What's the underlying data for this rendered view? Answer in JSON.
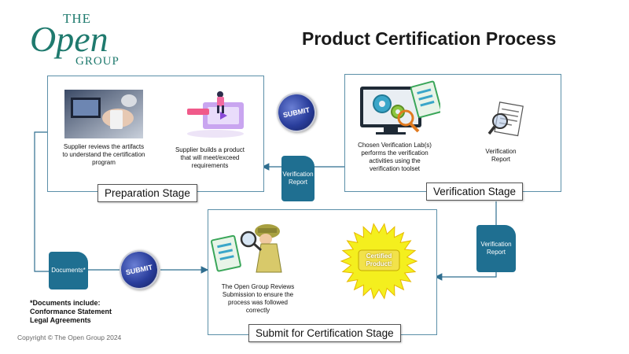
{
  "logo": {
    "the": "THE",
    "open": "Open",
    "group": "GROUP"
  },
  "title": "Product Certification Process",
  "stages": {
    "preparation": "Preparation Stage",
    "verification": "Verification Stage",
    "submit": "Submit for Certification Stage"
  },
  "captions": {
    "supplier_reviews": "Supplier reviews the artifacts to understand the certification program",
    "supplier_builds": "Supplier builds a product that will meet/exceed requirements",
    "chosen_lab": "Chosen Verification Lab(s) performs the verification activities using the verification toolset",
    "verification_report_label": "Verification Report",
    "open_group_reviews": "The Open Group Reviews Submission to ensure the process was followed correctly",
    "certified": "Certified Product!"
  },
  "badges": {
    "verification_report_1": "Verification Report",
    "verification_report_2": "Verification Report",
    "documents": "Documents*",
    "submit_1": "SUBMIT",
    "submit_2": "SUBMIT"
  },
  "note": {
    "heading": "*Documents include:",
    "line1": "Conformance Statement",
    "line2": "Legal Agreements"
  },
  "copyright": "Copyright © The Open Group 2024",
  "colors": {
    "brand_teal": "#1f7a6e",
    "badge_blue": "#1f6f91",
    "connector": "#5b8fa8",
    "starburst": "#f4ef1e"
  }
}
